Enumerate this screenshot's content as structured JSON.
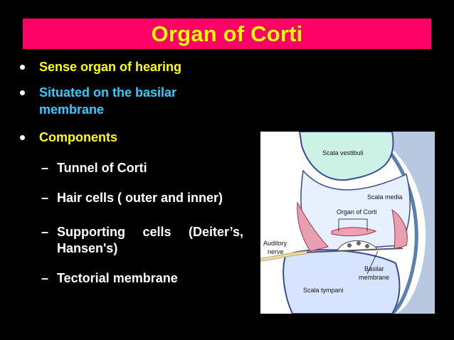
{
  "slide": {
    "title": "Organ of Corti",
    "bullets": [
      {
        "text": "Sense organ of hearing"
      },
      {
        "line1": "Situated on the basilar",
        "line2": "membrane"
      },
      {
        "text": "Components"
      }
    ],
    "components": {
      "tunnel": "Tunnel of Corti",
      "hair_cells": "Hair cells ( outer and inner)",
      "supporting_w1": "Supporting",
      "supporting_w2": "cells",
      "supporting_w3": "(Deiter’s,",
      "supporting_line2": "Hansen's)",
      "tectorial": "Tectorial membrane"
    },
    "diagram_labels": {
      "scala_vestibuli": "Scala vestibuli",
      "scala_media": "Scala media",
      "organ_of_corti": "Organ of Corti",
      "auditory": "Auditory",
      "nerve": "nerve",
      "basilar": "Basilar",
      "membrane": "membrane",
      "scala_tympani": "Scala tympani"
    },
    "colors": {
      "background": "#000000",
      "title_bar": "#ff0066",
      "title_text": "#ffff00",
      "bullet_yellow": "#ffff00",
      "bullet_cyan": "#33ccff",
      "sub_text": "#ffffff"
    }
  }
}
